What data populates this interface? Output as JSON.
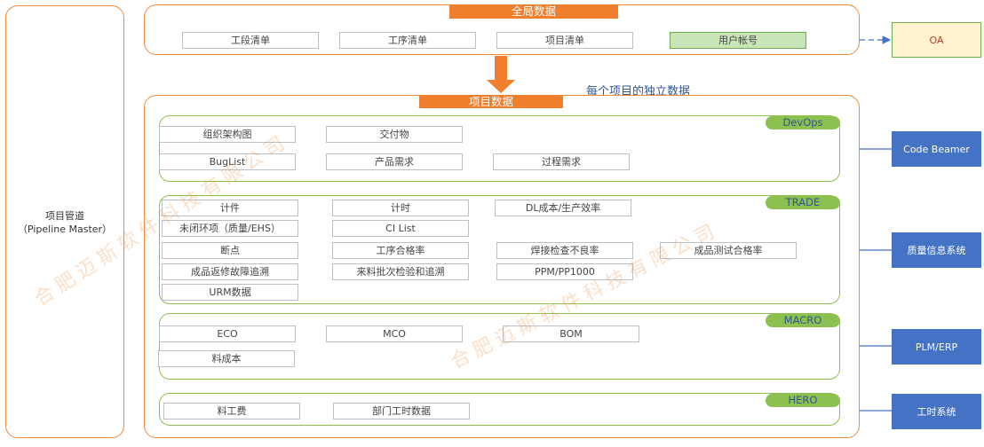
{
  "left_panel": {
    "line1": "项目管道",
    "line2": "（Pipeline Master）"
  },
  "global": {
    "title": "全局数据",
    "items": [
      "工段清单",
      "工序清单",
      "项目清单",
      "用户帐号"
    ]
  },
  "oa": "OA",
  "note": "每个项目的独立数据",
  "project": {
    "title": "项目数据"
  },
  "devops": {
    "tag": "DevOps",
    "items": [
      "组织架构图",
      "交付物",
      "BugList",
      "产品需求",
      "过程需求"
    ]
  },
  "trade": {
    "tag": "TRADE",
    "items": [
      "计件",
      "计时",
      "DL成本/生产效率",
      "未闭环项（质量/EHS）",
      "CI List",
      "断点",
      "工序合格率",
      "焊接检查不良率",
      "成品测试合格率",
      "成品返修故障追溯",
      "来料批次检验和追溯",
      "PPM/PP1000",
      "URM数据"
    ]
  },
  "macro": {
    "tag": "MACRO",
    "items": [
      "ECO",
      "MCO",
      "BOM",
      "料成本"
    ]
  },
  "hero": {
    "tag": "HERO",
    "items": [
      "料工费",
      "部门工时数据"
    ]
  },
  "external": [
    "Code Beamer",
    "质量信息系统",
    "PLM/ERP",
    "工时系统"
  ],
  "watermark": [
    "合肥迈斯软件科技有限公司",
    "合肥迈斯软件科技有限公司"
  ],
  "colors": {
    "orange": "#ef7e2d",
    "green": "#8cc04f",
    "blue": "#4472c4"
  }
}
